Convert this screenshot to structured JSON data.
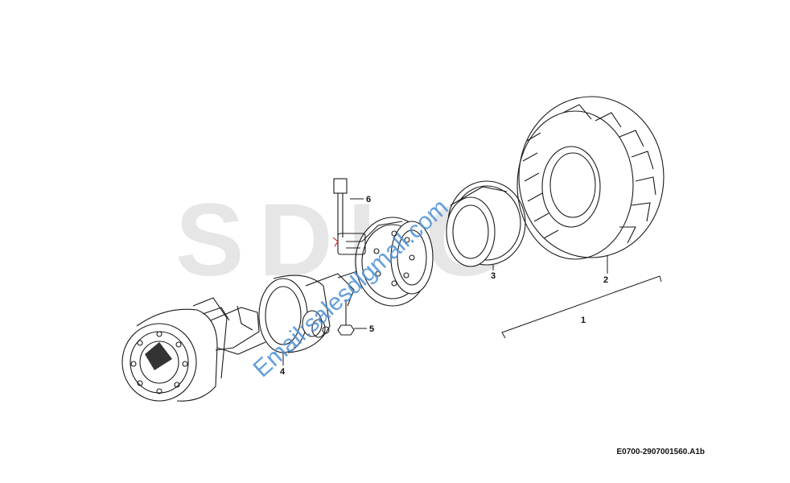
{
  "watermark": {
    "logo_text": "SDLG",
    "email_text": "Email:salesdlgmall.com"
  },
  "callouts": [
    {
      "id": "1",
      "label": "1"
    },
    {
      "id": "2",
      "label": "2"
    },
    {
      "id": "3",
      "label": "3"
    },
    {
      "id": "4",
      "label": "4"
    },
    {
      "id": "5",
      "label": "5"
    },
    {
      "id": "6",
      "label": "6"
    }
  ],
  "reference_code": "E0700-2907001560.A1b",
  "colors": {
    "line": "#1a1a1a",
    "watermark_logo": "#e6e6e6",
    "watermark_email": "#4a8fd6",
    "highlight": "#d11a1a"
  }
}
